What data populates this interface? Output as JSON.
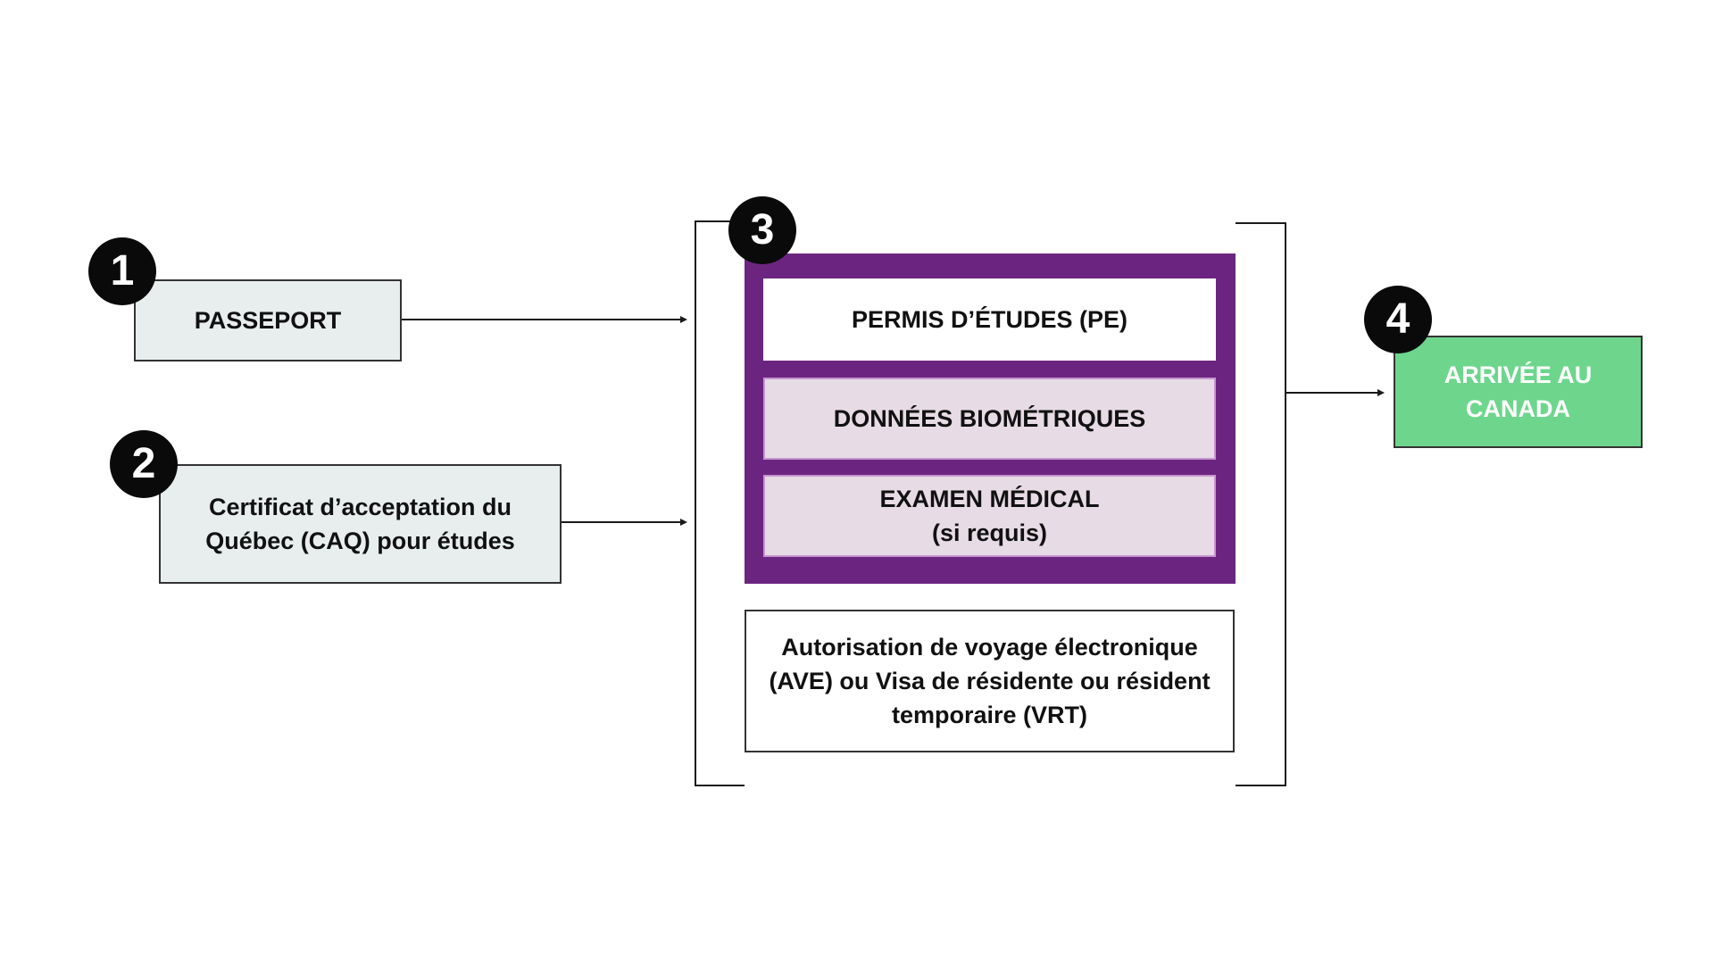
{
  "steps": {
    "passport": {
      "number": "1",
      "label": "PASSEPORT",
      "fill": "#e8eeee"
    },
    "caq": {
      "number": "2",
      "label_line1": "Certificat d’acceptation du",
      "label_line2": "Québec (CAQ) pour études",
      "fill": "#e8eeee"
    },
    "group": {
      "number": "3",
      "panel_color": "#6b2580",
      "study_permit": {
        "label": "PERMIS D’ÉTUDES (PE)",
        "fill": "#ffffff"
      },
      "biometrics": {
        "label": "DONNÉES BIOMÉTRIQUES",
        "fill": "#e7dbe5"
      },
      "medical": {
        "label_line1": "EXAMEN MÉDICAL",
        "label_line2": "(si requis)",
        "fill": "#e7dbe5"
      },
      "travel_auth": {
        "label_line1": "Autorisation de voyage électronique",
        "label_line2": "(AVE) ou Visa de résidente ou résident",
        "label_line3": "temporaire (VRT)",
        "fill": "#ffffff"
      }
    },
    "arrival": {
      "number": "4",
      "label_line1": "ARRIVÉE AU",
      "label_line2": "CANADA",
      "fill": "#6dd68c",
      "text_color": "#ffffff"
    }
  }
}
